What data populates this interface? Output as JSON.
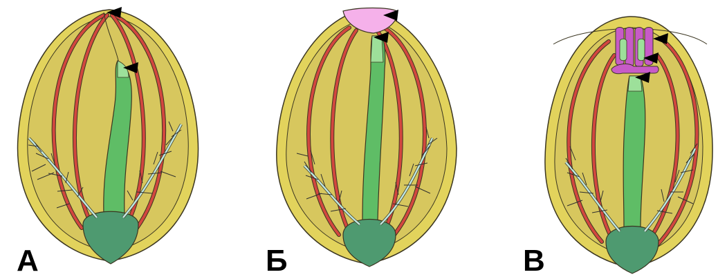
{
  "figure": {
    "panels": [
      {
        "label": "А",
        "variant": "a",
        "arrowheads": 2
      },
      {
        "label": "Б",
        "variant": "b",
        "arrowheads": 2
      },
      {
        "label": "В",
        "variant": "c",
        "arrowheads": 3
      }
    ]
  },
  "colors": {
    "body_outer": "#E2D35C",
    "body_inner": "#D7C75E",
    "outline": "#3A3520",
    "comb_rows": "#D2473F",
    "pharynx": "#5FBD66",
    "pharynx_light": "#9DE09A",
    "statocyst": "#4E9A70",
    "tentacle_canal": "#BFE6E0",
    "tentacle_branches": "#2E2E2E",
    "mouth_pink": "#F5B1EA",
    "lobes_magenta": "#C75BC7",
    "arrowhead": "#000000"
  }
}
